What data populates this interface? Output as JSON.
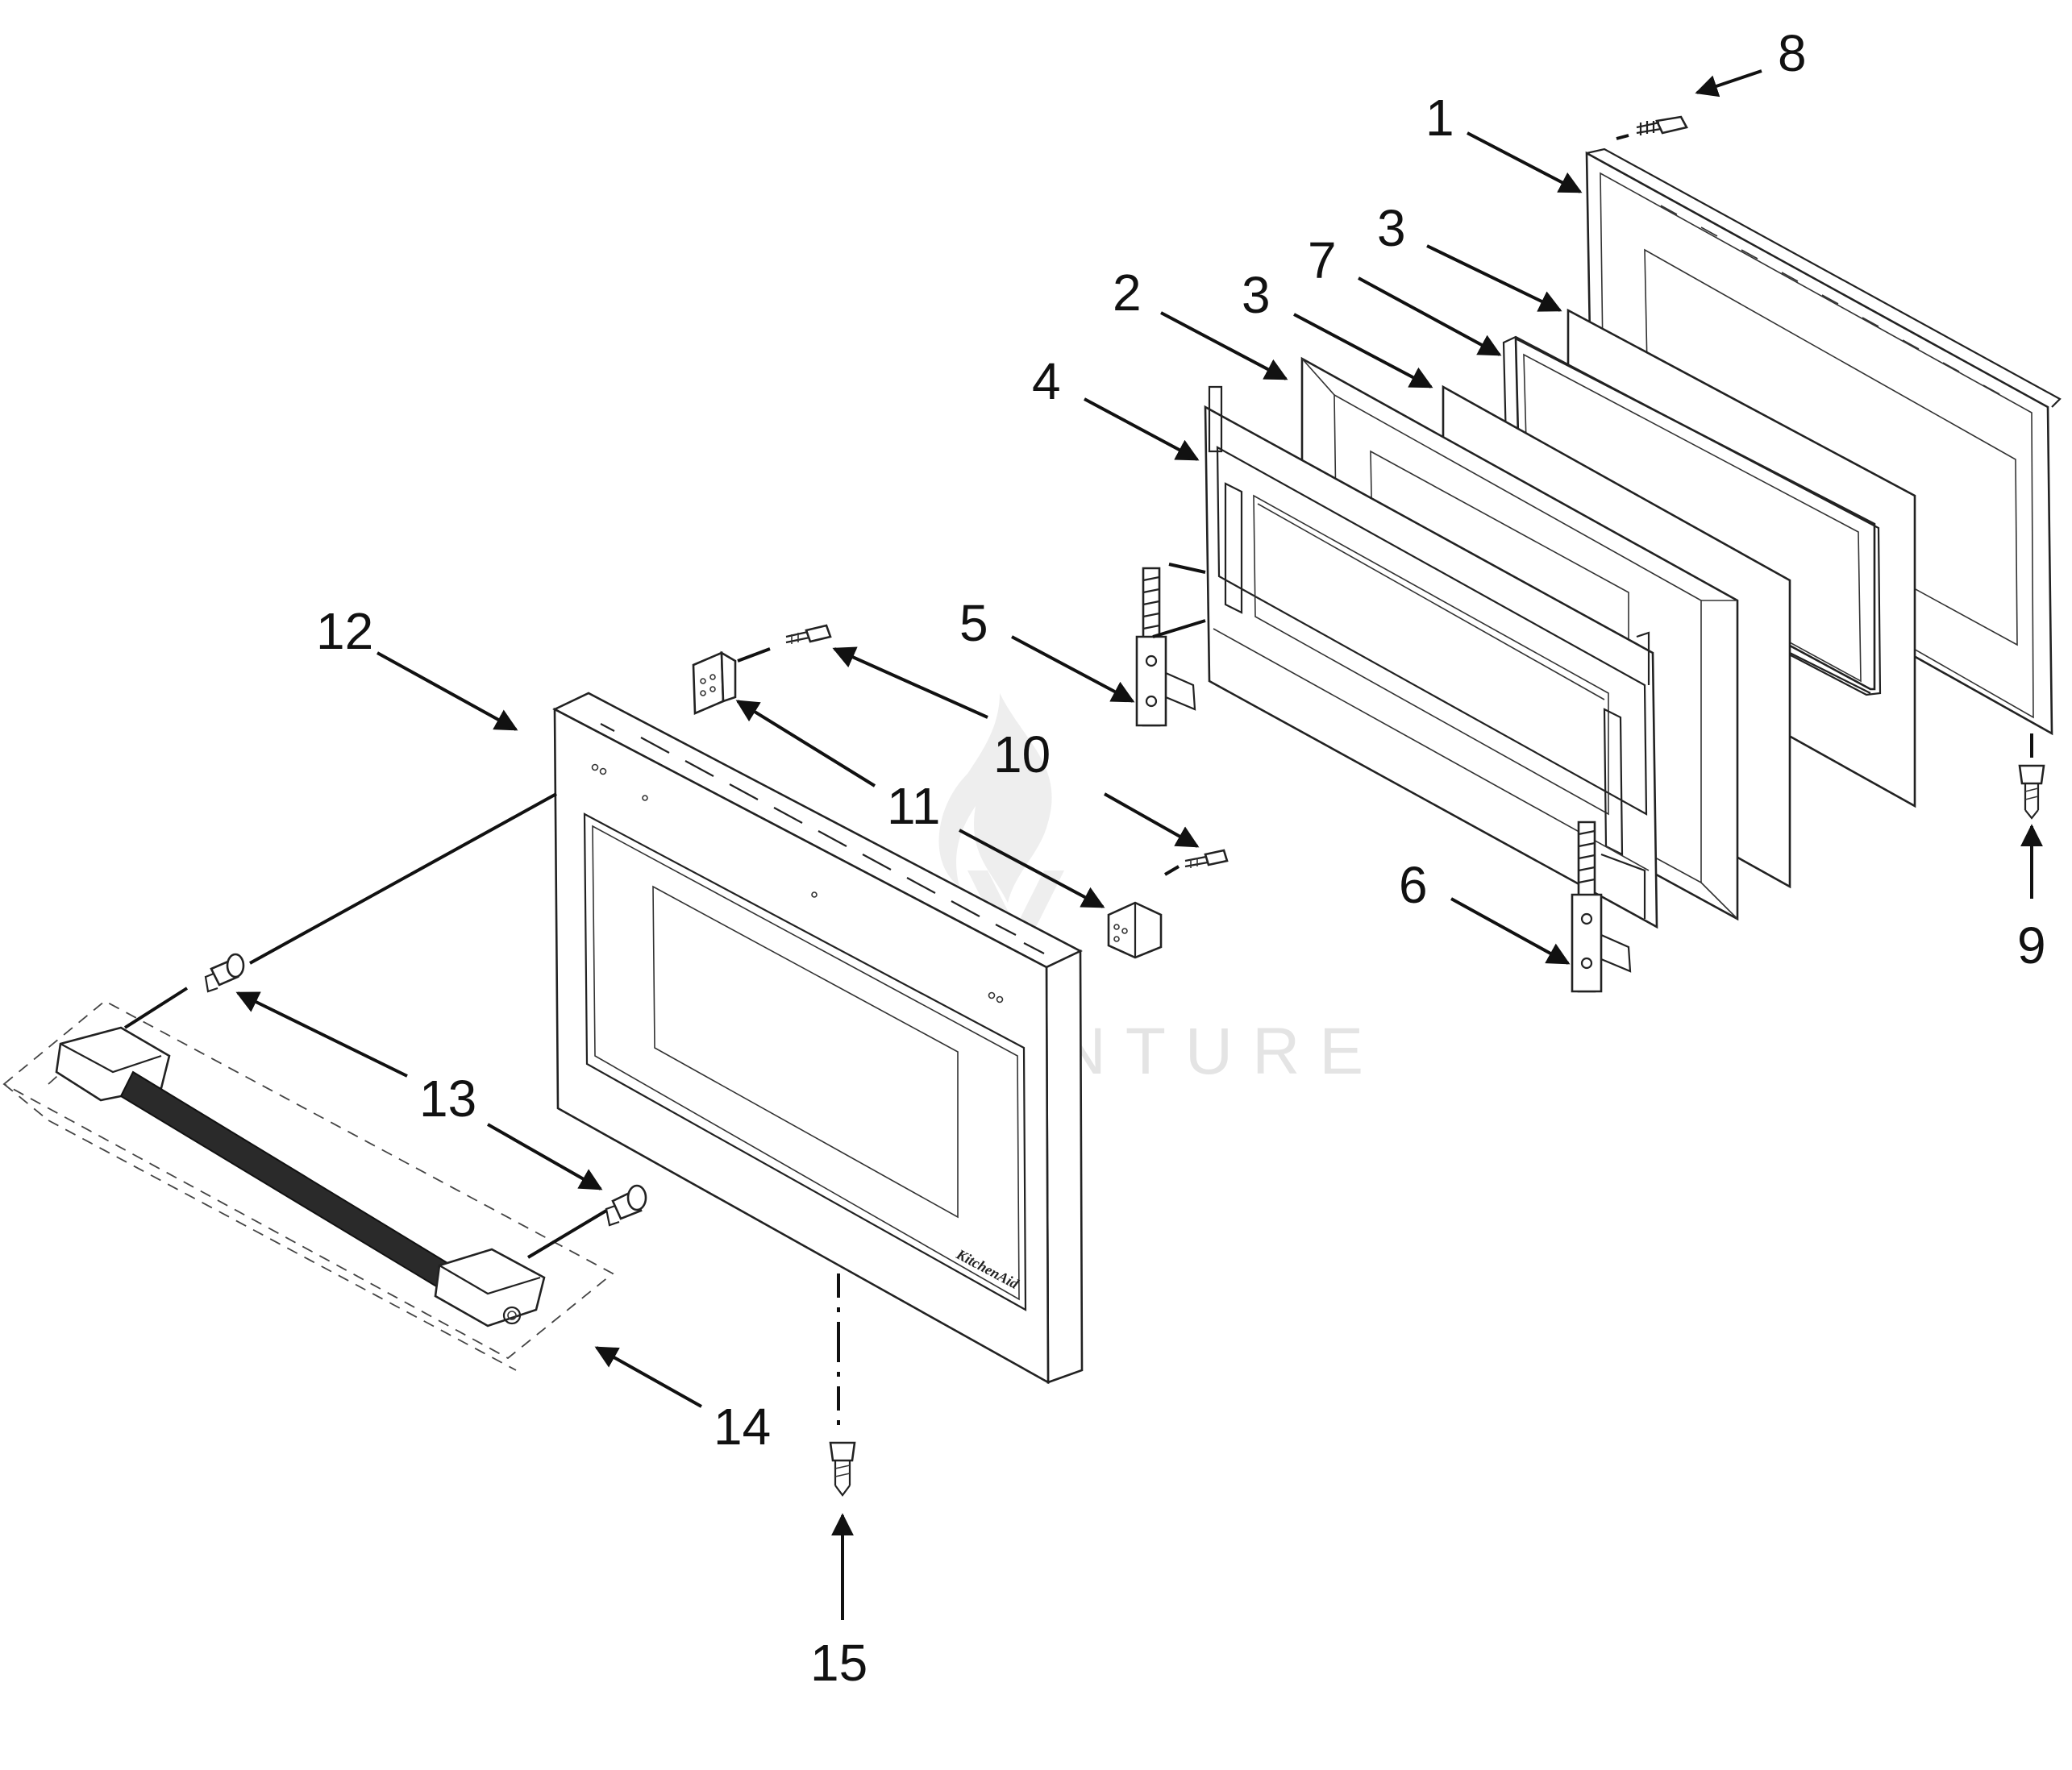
{
  "diagram": {
    "watermark_text": "LEADVENTURE",
    "callouts": [
      "1",
      "2",
      "3",
      "3",
      "4",
      "5",
      "6",
      "7",
      "8",
      "9",
      "10",
      "11",
      "12",
      "13",
      "14",
      "15"
    ],
    "logo_text": "KitchenAid"
  }
}
